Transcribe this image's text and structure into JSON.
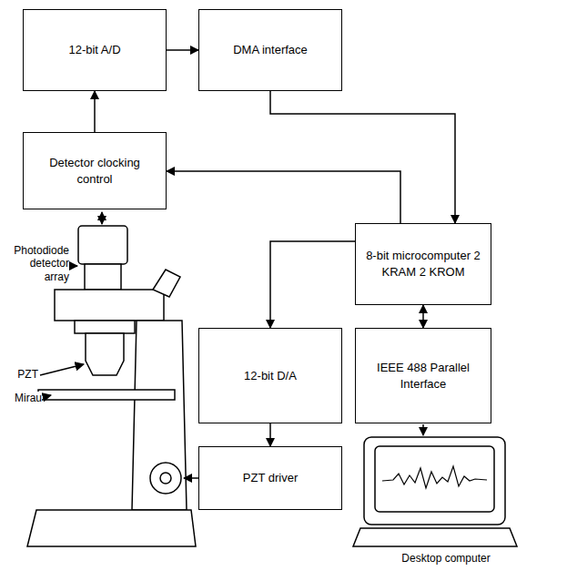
{
  "diagram": {
    "nodes": [
      {
        "text": [
          "12-bit A/D"
        ]
      },
      {
        "text": [
          "DMA interface"
        ]
      },
      {
        "text": [
          "Detector clocking control"
        ]
      },
      {
        "text": [
          "8-bit microcomputer 2 KRAM 2 KROM"
        ]
      },
      {
        "text": [
          "12-bit D/A"
        ]
      },
      {
        "text": [
          "IEEE 488 Parallel Interface"
        ]
      },
      {
        "text": [
          "PZT driver"
        ]
      }
    ],
    "edges": [
      {
        "from": 0,
        "to": 1,
        "arrow": "to"
      },
      {
        "from": 1,
        "to": 3,
        "arrow": "to"
      },
      {
        "from": 3,
        "to": 2,
        "arrow": "to"
      },
      {
        "from": 2,
        "to": 0,
        "arrow": "to"
      },
      {
        "from": 3,
        "to": 4,
        "arrow": "to"
      },
      {
        "from": 4,
        "to": 6,
        "arrow": "to"
      },
      {
        "from": 3,
        "to": 5,
        "arrow": "both"
      }
    ],
    "labels": [
      "Photodiode detector array",
      "PZT",
      "Mirau",
      "Desktop computer"
    ]
  }
}
